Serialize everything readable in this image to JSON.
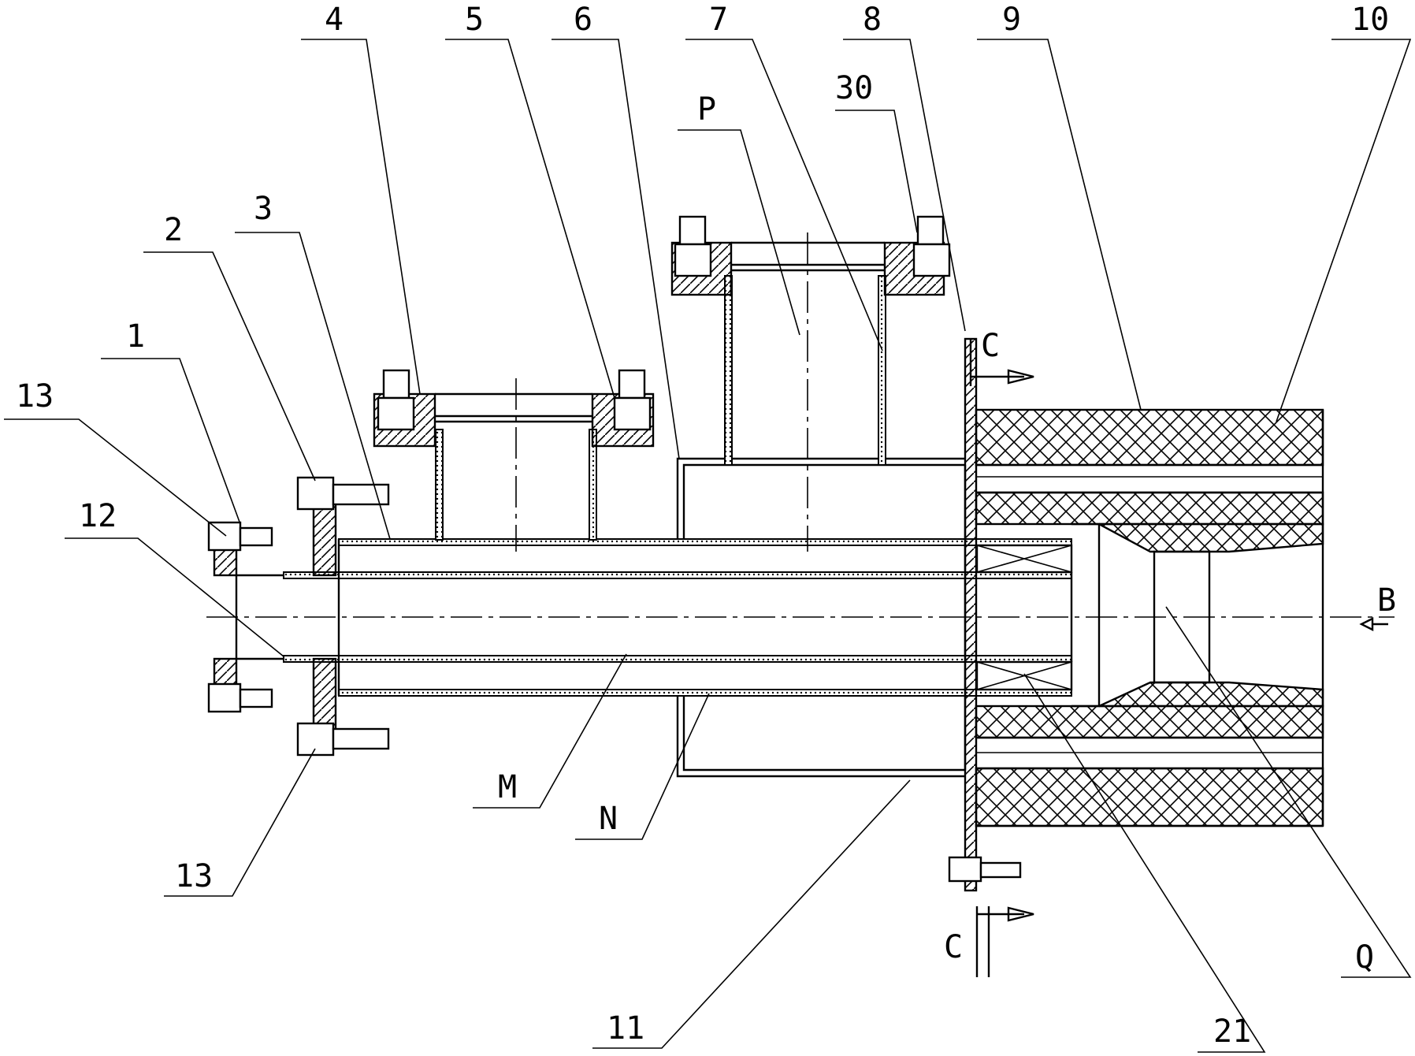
{
  "part_labels": {
    "l1": "1",
    "l2": "2",
    "l3": "3",
    "l4": "4",
    "l5": "5",
    "l6": "6",
    "l7": "7",
    "l8": "8",
    "l9": "9",
    "l10": "10",
    "l11": "11",
    "l12": "12",
    "l13a": "13",
    "l13b": "13",
    "l21": "21",
    "l30": "30"
  },
  "zone_labels": {
    "m": "M",
    "n": "N",
    "p": "P",
    "q": "Q"
  },
  "view_labels": {
    "c_top": "C",
    "c_bottom": "C",
    "b": "B"
  },
  "colors": {
    "line": "#000000",
    "background": "#ffffff"
  }
}
